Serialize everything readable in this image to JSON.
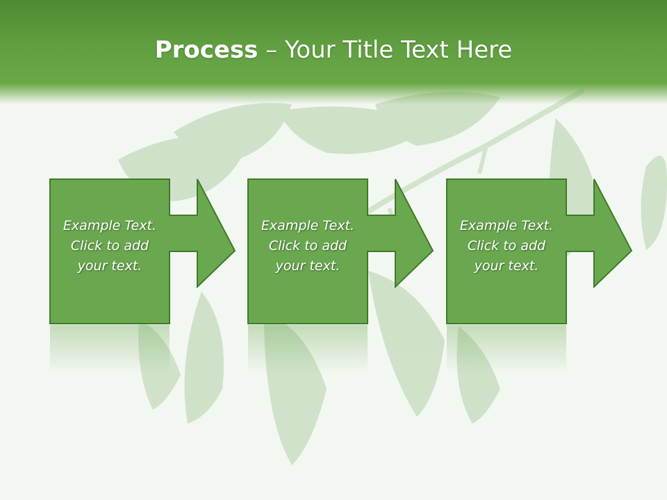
{
  "title": {
    "strong": "Process",
    "rest": " – Your Title Text Here"
  },
  "steps": [
    {
      "lines": [
        "Example Text.",
        "Click  to add",
        "your text."
      ]
    },
    {
      "lines": [
        "Example Text.",
        "Click  to add",
        "your text."
      ]
    },
    {
      "lines": [
        "Example Text.",
        "Click  to add",
        "your text."
      ]
    }
  ],
  "colors": {
    "header": "#5f9d3f",
    "box": "#6aa84f",
    "box_border": "#3f7a2a",
    "background": "#f3f7f1"
  }
}
